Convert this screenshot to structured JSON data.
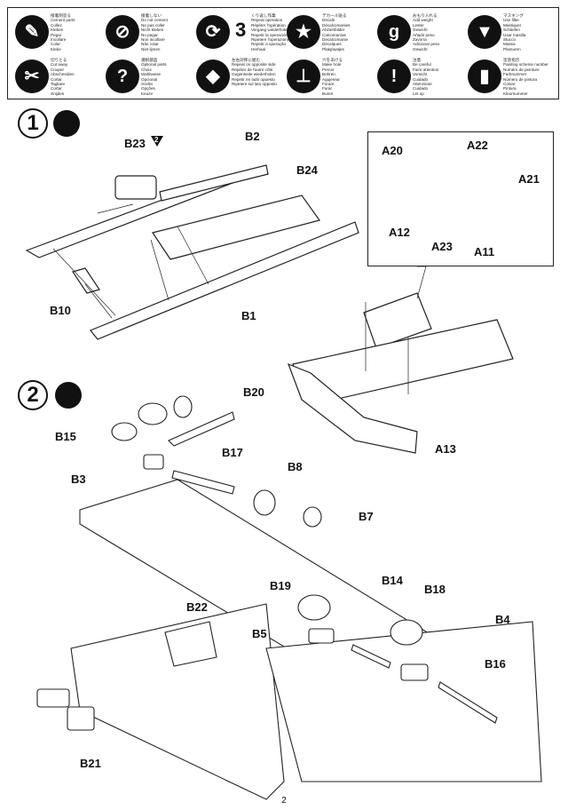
{
  "legend": [
    {
      "icon": "glue-icon",
      "lines": [
        "接着剤塗る",
        "Cement parts",
        "Collez",
        "Kleben",
        "Pegar",
        "Incollare",
        "Colar",
        "Klebe"
      ]
    },
    {
      "icon": "no-cement-icon",
      "lines": [
        "接着しない",
        "Do not cement",
        "Ne pas coller",
        "Nicht kleben",
        "No pegar",
        "Non incollare",
        "Não colar",
        "Niet lijmen"
      ]
    },
    {
      "icon": "repeat-icon",
      "lines": [
        "くり返し作業",
        "Repeat operation",
        "Répéter l'opération",
        "Vorgang wiederholen",
        "Repetir la operación",
        "Ripetere l'operazione",
        "Repetir a operação",
        "Herhaal"
      ],
      "number": "3"
    },
    {
      "icon": "decal-star-icon",
      "lines": [
        "デカール貼る",
        "Decals",
        "Décalcomanies",
        "Abziehbilder",
        "Calcomanías",
        "Decalcomanie",
        "Decalques",
        "Plakplaatjes"
      ]
    },
    {
      "icon": "weight-icon",
      "lines": [
        "おもり入れる",
        "Add weight",
        "Lester",
        "Gewicht",
        "Añadir peso",
        "Zavorra",
        "Adicionar peso",
        "Gewicht"
      ]
    },
    {
      "icon": "masking-icon",
      "lines": [
        "マスキング",
        "Use filler",
        "Mastiquer",
        "Schleifen",
        "Usar masilla",
        "Stucco",
        "Massa",
        "Plamuren"
      ]
    },
    {
      "icon": "cut-icon",
      "lines": [
        "切りとる",
        "Cut away",
        "Couper",
        "Abschneiden",
        "Cortar",
        "Tagliare",
        "Cortar",
        "Snijden"
      ]
    },
    {
      "icon": "option-icon",
      "lines": [
        "選択部品",
        "Optional parts",
        "Choix",
        "Wahlweise",
        "Opcional",
        "Scelta",
        "Opções",
        "Keuze"
      ]
    },
    {
      "icon": "symmetric-icon",
      "lines": [
        "左右対称に組む",
        "Repeat on opposite side",
        "Répéter de l'autre côté",
        "Gegenseite wiederholen",
        "Repetir en lado opuesto",
        "Ripetere sul lato opposto"
      ]
    },
    {
      "icon": "drill-icon",
      "lines": [
        "穴をあける",
        "Make hole",
        "Percer",
        "Bohren",
        "Agujerear",
        "Forare",
        "Furar",
        "Boren"
      ]
    },
    {
      "icon": "caution-icon",
      "lines": [
        "注意",
        "Be careful",
        "Faire attention",
        "Vorsicht",
        "Cuidado",
        "Attenzione",
        "Cuidado",
        "Let op"
      ]
    },
    {
      "icon": "paint-icon",
      "lines": [
        "塗装指示",
        "Painting scheme number",
        "Numéro de peinture",
        "Farbnummer",
        "Número de pintura",
        "Colore",
        "Pintura",
        "Kleurnummer"
      ]
    }
  ],
  "step1": {
    "number": "1",
    "parts": {
      "B23": "B23",
      "B23_badge": "2",
      "B2": "B2",
      "B24": "B24",
      "B10": "B10",
      "B1": "B1"
    }
  },
  "inset": {
    "A20": "A20",
    "A22": "A22",
    "A21": "A21",
    "A12": "A12",
    "A23": "A23",
    "A11": "A11"
  },
  "a13": "A13",
  "step2": {
    "number": "2",
    "parts": {
      "B20": "B20",
      "B15": "B15",
      "B17": "B17",
      "B8": "B8",
      "B3": "B3",
      "B7": "B7",
      "B22": "B22",
      "B21": "B21",
      "B19": "B19",
      "B14": "B14",
      "B18": "B18",
      "B5": "B5",
      "B4": "B4",
      "B16": "B16"
    }
  },
  "page_number": "2"
}
